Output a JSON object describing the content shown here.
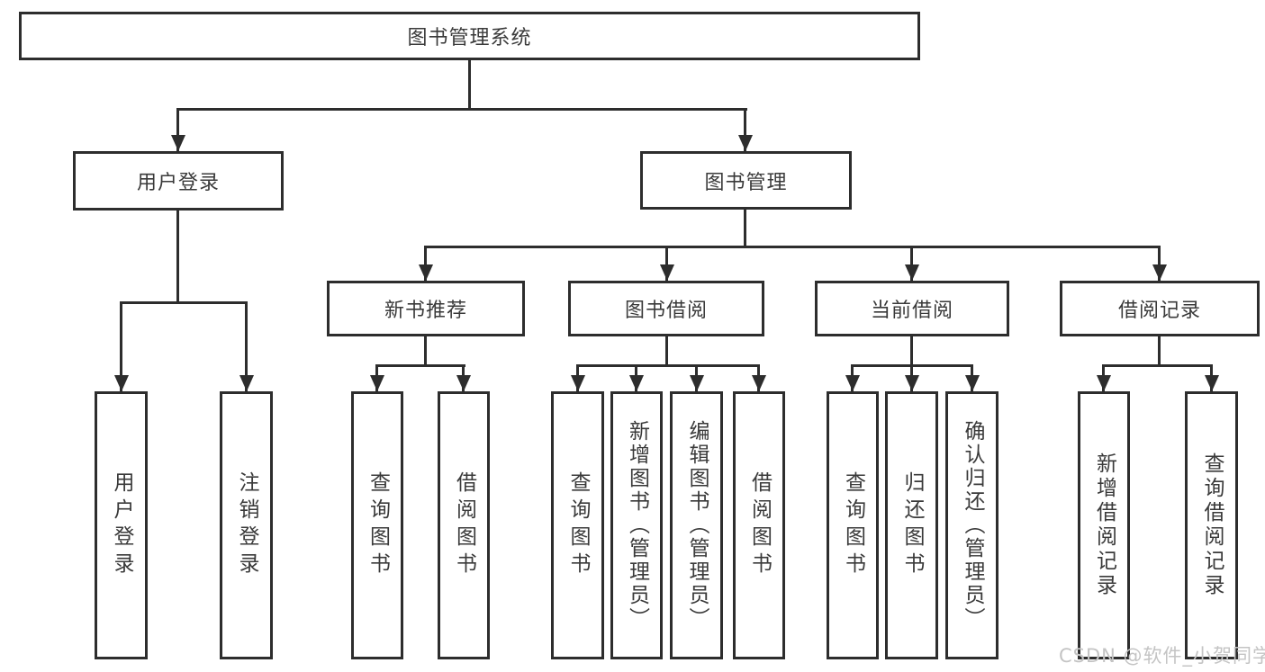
{
  "tree": {
    "root": "图书管理系统",
    "children": [
      {
        "label": "用户登录",
        "children": [
          {
            "label": "用户登录"
          },
          {
            "label": "注销登录"
          }
        ]
      },
      {
        "label": "图书管理",
        "children": [
          {
            "label": "新书推荐",
            "children": [
              {
                "label": "查询图书"
              },
              {
                "label": "借阅图书"
              }
            ]
          },
          {
            "label": "图书借阅",
            "children": [
              {
                "label": "查询图书"
              },
              {
                "label": "新增图书（管理员）"
              },
              {
                "label": "编辑图书（管理员）"
              },
              {
                "label": "借阅图书"
              }
            ]
          },
          {
            "label": "当前借阅",
            "children": [
              {
                "label": "查询图书"
              },
              {
                "label": "归还图书"
              },
              {
                "label": "确认归还（管理员）"
              }
            ]
          },
          {
            "label": "借阅记录",
            "children": [
              {
                "label": "新增借阅记录"
              },
              {
                "label": "查询借阅记录"
              }
            ]
          }
        ]
      }
    ]
  },
  "watermark": {
    "text": "CSDN @软件_小贺同学"
  },
  "colors": {
    "line": "#2d2d2d",
    "node_text": "#3a3a3a",
    "background": "#ffffff",
    "watermark": "#c4c4c4"
  }
}
